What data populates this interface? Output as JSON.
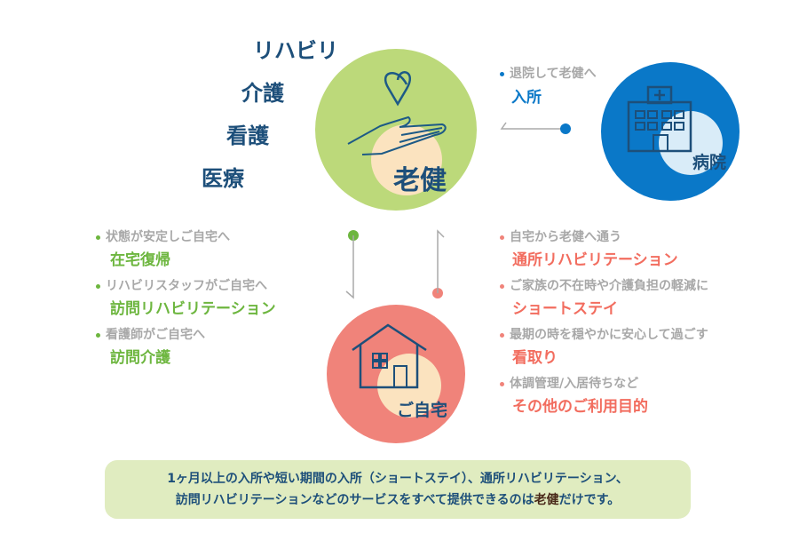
{
  "colors": {
    "navy": "#1d4f7a",
    "green": "#6db63f",
    "salmon": "#f26d5f",
    "blue": "#0a78c8",
    "gray": "#a8a8a8"
  },
  "services": [
    "リハビリ",
    "介護",
    "看護",
    "医療"
  ],
  "roken": {
    "label": "老健"
  },
  "hospital": {
    "label": "病院",
    "note": "退院して老健へ",
    "highlight": "入所"
  },
  "home": {
    "label": "ご自宅"
  },
  "left_items": [
    {
      "note": "状態が安定しご自宅へ",
      "highlight": "在宅復帰"
    },
    {
      "note": "リハビリスタッフがご自宅へ",
      "highlight": "訪問リハビリテーション"
    },
    {
      "note": "看護師がご自宅へ",
      "highlight": "訪問介護"
    }
  ],
  "right_items": [
    {
      "note": "自宅から老健へ通う",
      "highlight": "通所リハビリテーション"
    },
    {
      "note": "ご家族の不在時や介護負担の軽減に",
      "highlight": "ショートステイ"
    },
    {
      "note": "最期の時を穏やかに安心して過ごす",
      "highlight": "看取り"
    },
    {
      "note": "体調管理/入居待ちなど",
      "highlight": "その他のご利用目的"
    }
  ],
  "footer": {
    "line1": "1ヶ月以上の入所や短い期間の入所（ショートステイ）、通所リハビリテーション、",
    "line2_pre": "訪問リハビリテーションなどのサービスをすべて提供できるのは",
    "line2_em": "老健",
    "line2_post": "だけです。"
  }
}
